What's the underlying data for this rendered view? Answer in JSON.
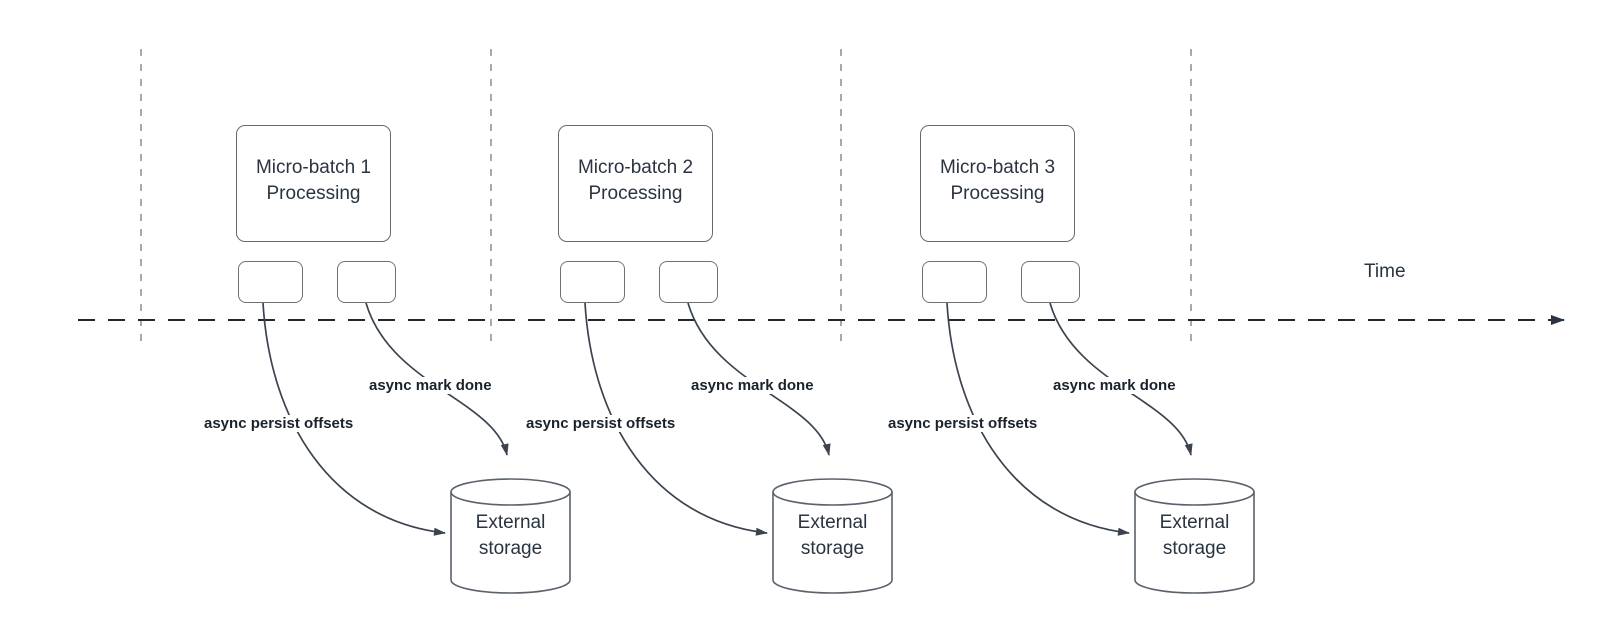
{
  "axis": {
    "label": "Time"
  },
  "groups": [
    {
      "box_title": "Micro-batch 1",
      "box_subtitle": "Processing",
      "persist_label": "async persist offsets",
      "done_label": "async mark done",
      "storage_label": "External storage"
    },
    {
      "box_title": "Micro-batch 2",
      "box_subtitle": "Processing",
      "persist_label": "async persist offsets",
      "done_label": "async mark done",
      "storage_label": "External storage"
    },
    {
      "box_title": "Micro-batch 3",
      "box_subtitle": "Processing",
      "persist_label": "async persist offsets",
      "done_label": "async mark done",
      "storage_label": "External storage"
    }
  ],
  "colors": {
    "background": "#ffffff",
    "axis_line": "#20272f",
    "guide_line": "#9a9a9a",
    "arrow": "#3b434e",
    "box_border": "#666a6e",
    "box_text": "#2a3440",
    "annotation_text": "#1a222b"
  }
}
